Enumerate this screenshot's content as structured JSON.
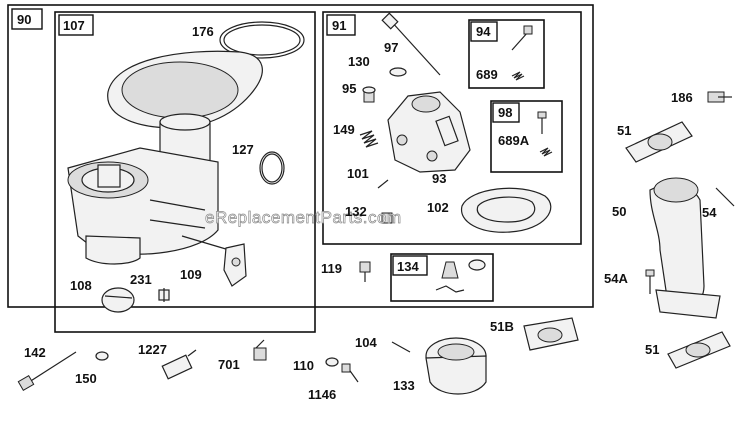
{
  "watermark": "eReplacementParts.com",
  "groups": [
    {
      "id": "g90",
      "label": "90"
    },
    {
      "id": "g107",
      "label": "107"
    },
    {
      "id": "g91",
      "label": "91"
    },
    {
      "id": "g94",
      "label": "94"
    },
    {
      "id": "g98",
      "label": "98"
    },
    {
      "id": "g134",
      "label": "134"
    }
  ],
  "callouts": [
    {
      "id": "p176",
      "label": "176"
    },
    {
      "id": "p127",
      "label": "127"
    },
    {
      "id": "p108",
      "label": "108"
    },
    {
      "id": "p231",
      "label": "231"
    },
    {
      "id": "p109",
      "label": "109"
    },
    {
      "id": "p97",
      "label": "97"
    },
    {
      "id": "p130",
      "label": "130"
    },
    {
      "id": "p95",
      "label": "95"
    },
    {
      "id": "p149",
      "label": "149"
    },
    {
      "id": "p101",
      "label": "101"
    },
    {
      "id": "p132",
      "label": "132"
    },
    {
      "id": "p93",
      "label": "93"
    },
    {
      "id": "p102",
      "label": "102"
    },
    {
      "id": "p689",
      "label": "689"
    },
    {
      "id": "p689a",
      "label": "689A"
    },
    {
      "id": "p186",
      "label": "186"
    },
    {
      "id": "p51a",
      "label": "51"
    },
    {
      "id": "p50",
      "label": "50"
    },
    {
      "id": "p54",
      "label": "54"
    },
    {
      "id": "p54a",
      "label": "54A"
    },
    {
      "id": "p51b",
      "label": "51"
    },
    {
      "id": "p119",
      "label": "119"
    },
    {
      "id": "p51B",
      "label": "51B"
    },
    {
      "id": "p104",
      "label": "104"
    },
    {
      "id": "p133",
      "label": "133"
    },
    {
      "id": "p142",
      "label": "142"
    },
    {
      "id": "p150",
      "label": "150"
    },
    {
      "id": "p1227",
      "label": "1227"
    },
    {
      "id": "p701",
      "label": "701"
    },
    {
      "id": "p110",
      "label": "110"
    },
    {
      "id": "p1146",
      "label": "1146"
    }
  ]
}
